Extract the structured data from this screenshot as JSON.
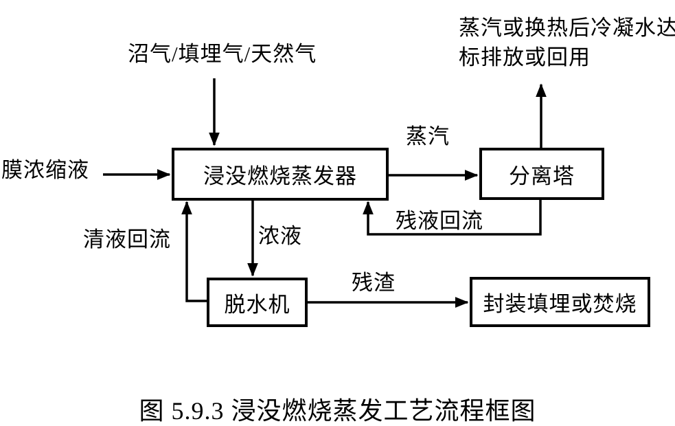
{
  "figure": {
    "caption": "图 5.9.3 浸没燃烧蒸发工艺流程框图",
    "background_color": "#ffffff",
    "line_color": "#000000",
    "text_color": "#000000"
  },
  "nodes": {
    "evaporator": {
      "label": "浸没燃烧蒸发器"
    },
    "separation_tower": {
      "label": "分离塔"
    },
    "dewaterer": {
      "label": "脱水机"
    },
    "disposal": {
      "label": "封装填埋或焚烧"
    }
  },
  "flow_labels": {
    "fuel_in": "沼气/填埋气/天然气",
    "feed_in": "膜浓缩液",
    "steam": "蒸汽",
    "discharge": "蒸汽或换热后冷凝水达标排放或回用",
    "residual_reflux": "残液回流",
    "clear_liquid_reflux": "清液回流",
    "concentrated_liquid": "浓液",
    "residue": "残渣"
  }
}
